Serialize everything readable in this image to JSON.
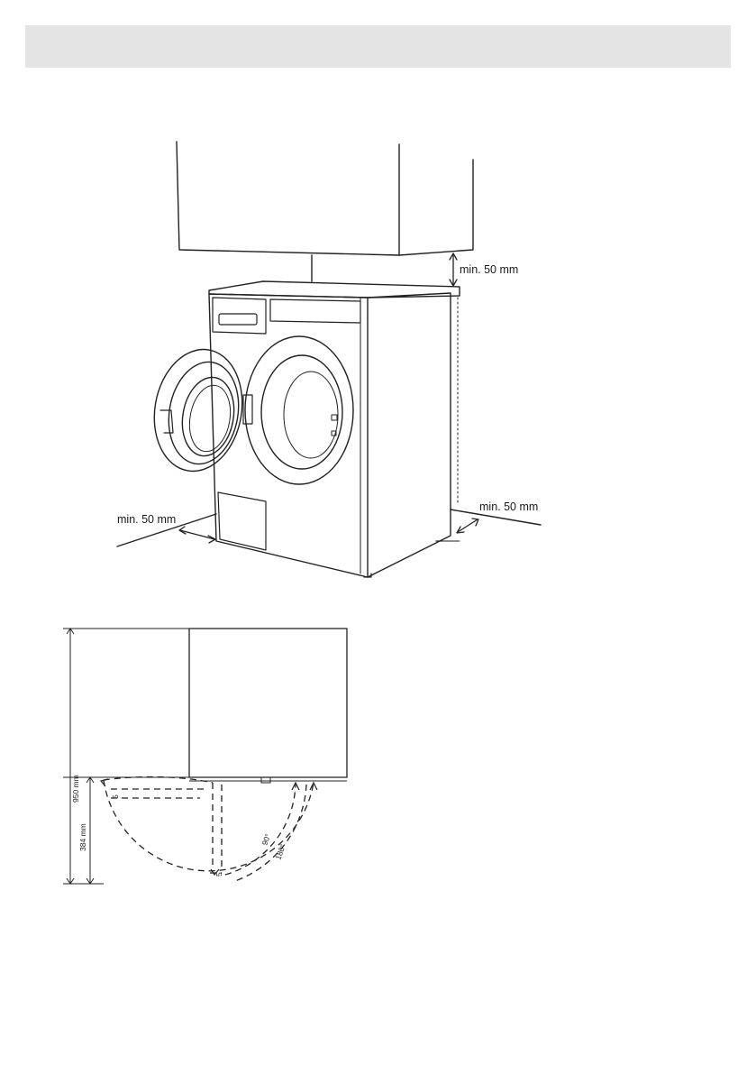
{
  "page": {
    "header_band_color": "#e4e4e4"
  },
  "installation": {
    "top_clearance": "min. 50 mm",
    "left_clearance": "min. 50 mm",
    "right_clearance": "min. 50 mm"
  },
  "door_plan": {
    "height": "950 mm",
    "door_depth": "384 mm",
    "angle_small": "90°",
    "angle_large": "180°",
    "gap_top": "5",
    "gap_bottom": "5"
  }
}
